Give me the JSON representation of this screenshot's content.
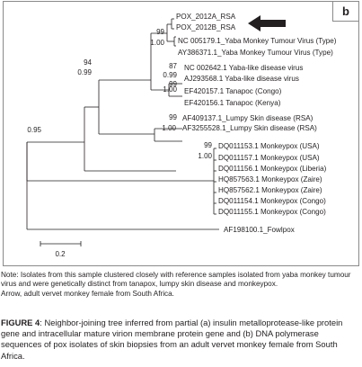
{
  "panel_label": "b",
  "scale_bar_label": "0.2",
  "taxa": [
    "POX_2012A_RSA",
    "POX_2012B_RSA",
    "NC 005179.1_Yaba Monkey Tumour Virus (Type)",
    "AY386371.1_Yaba Monkey Tumour Virus (Type)",
    "NC 002642.1 Yaba-like disease virus",
    "AJ293568.1 Yaba-like disease virus",
    "EF420157.1 Tanapoc (Congo)",
    "EF420156.1 Tanapoc (Kenya)",
    "AF409137.1_Lumpy Skin disease (RSA)",
    "AF3255528.1_Lumpy Skin disease (RSA)",
    "DQ011153.1 Monkeypox (USA)",
    "DQ011157.1 Monkeypox (USA)",
    "DQ011156.1 Monkeypox (Liberia)",
    "HQ857563.1 Monkeypox (Zaire)",
    "HQ857562.1 Monkeypox (Zaire)",
    "DQ011154.1 Monkeypox (Congo)",
    "DQ011155.1 Monkeypox (Congo)",
    "AF198100.1_Fowlpox"
  ],
  "bootstrap_values": [
    "99",
    "1.00",
    "94",
    "0.99",
    "87",
    "0.99",
    "99",
    "1.00",
    "99",
    "1.00",
    "0.95",
    "99",
    "1.00"
  ],
  "note_text": "Note: Isolates from this sample clustered closely with reference samples isolated from yaba monkey tumour virus and were genetically distinct from tanapox, lumpy skin disease and monkeypox.",
  "arrow_note": "Arrow, adult vervet monkey female from South Africa.",
  "figure_label": "FIGURE 4",
  "figure_caption": ": Neighbor-joining tree inferred from partial (a) insulin metalloprotease-like protein gene and intracellular mature virion membrane protein gene and (b) DNA polymerase sequences of pox isolates of skin biopsies from an adult vervet monkey female from South Africa.",
  "colors": {
    "line": "#231f20",
    "text": "#231f20",
    "panel_border": "#8a8a8a"
  },
  "icons": {
    "highlight_arrow": "arrow-left-icon"
  }
}
